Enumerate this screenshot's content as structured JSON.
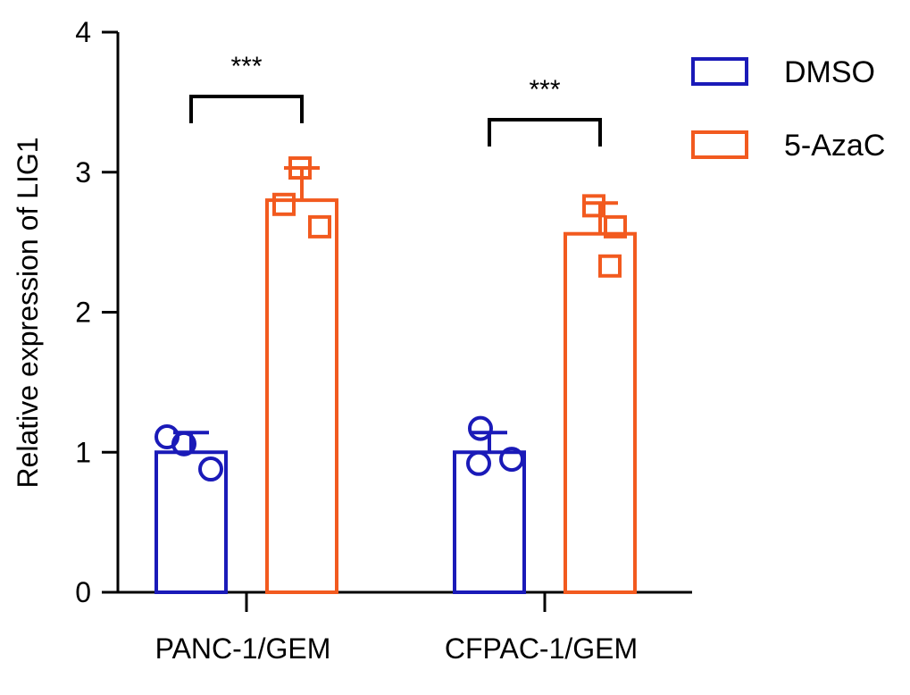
{
  "chart_data": {
    "type": "bar",
    "title": "",
    "xlabel": "",
    "ylabel": "Relative expression of  LIG1",
    "ylim": [
      0,
      4
    ],
    "yticks": [
      0,
      1,
      2,
      3,
      4
    ],
    "categories": [
      "PANC-1/GEM",
      "CFPAC-1/GEM"
    ],
    "legend_position": "top-right",
    "series": [
      {
        "name": "DMSO",
        "color": "#1a1ab8",
        "marker": "circle",
        "values": [
          1.0,
          1.0
        ],
        "error": [
          0.14,
          0.14
        ],
        "points": [
          [
            1.11,
            1.06,
            0.88
          ],
          [
            1.17,
            0.95,
            0.92
          ]
        ]
      },
      {
        "name": "5-AzaC",
        "color": "#f25a1f",
        "marker": "square",
        "values": [
          2.8,
          2.56
        ],
        "error": [
          0.23,
          0.22
        ],
        "points": [
          [
            3.03,
            2.77,
            2.61
          ],
          [
            2.76,
            2.61,
            2.33
          ]
        ]
      }
    ],
    "significance": [
      {
        "category": "PANC-1/GEM",
        "label": "***"
      },
      {
        "category": "CFPAC-1/GEM",
        "label": "***"
      }
    ]
  }
}
